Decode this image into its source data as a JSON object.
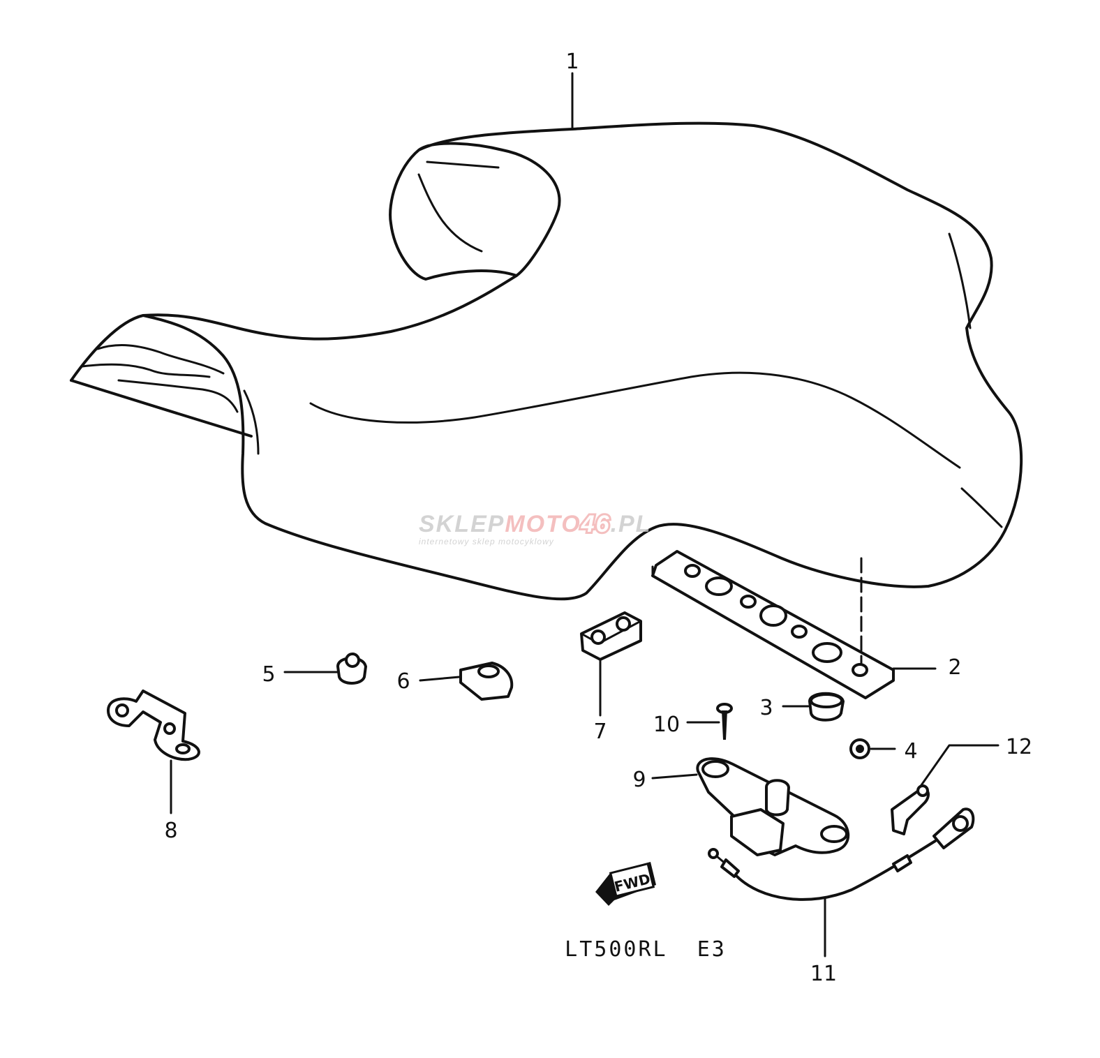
{
  "diagram": {
    "model_code": "LT500RL  E3",
    "fwd_label": "FWD",
    "watermark": {
      "brand_part1": "SKLEP",
      "brand_part2": "MOTO",
      "brand_part3": "46",
      "brand_part4": ".PL",
      "tagline": "internetowy sklep motocyklowy"
    },
    "callouts": [
      {
        "id": "1",
        "label": "1"
      },
      {
        "id": "2",
        "label": "2"
      },
      {
        "id": "3",
        "label": "3"
      },
      {
        "id": "4",
        "label": "4"
      },
      {
        "id": "5",
        "label": "5"
      },
      {
        "id": "6",
        "label": "6"
      },
      {
        "id": "7",
        "label": "7"
      },
      {
        "id": "8",
        "label": "8"
      },
      {
        "id": "9",
        "label": "9"
      },
      {
        "id": "10",
        "label": "10"
      },
      {
        "id": "11",
        "label": "11"
      },
      {
        "id": "12",
        "label": "12"
      }
    ]
  }
}
